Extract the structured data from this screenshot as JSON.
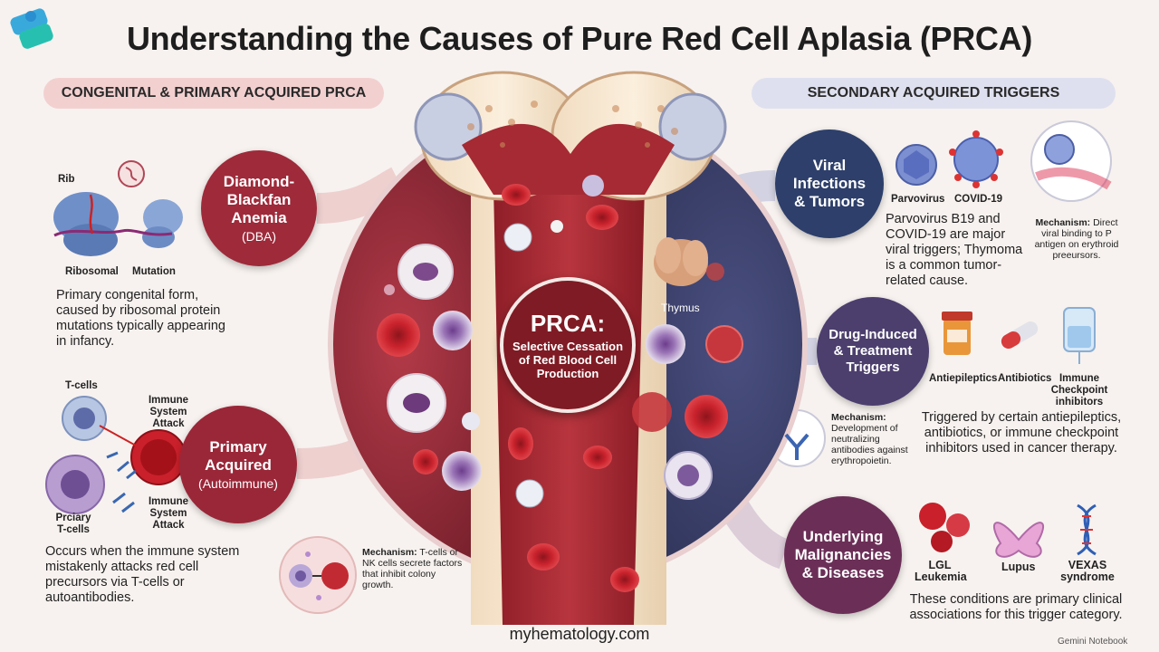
{
  "title": "Understanding the Causes of Pure Red Cell Aplasia (PRCA)",
  "left_header": "CONGENITAL & PRIMARY ACQUIRED PRCA",
  "right_header": "SECONDARY ACQUIRED TRIGGERS",
  "center": {
    "title": "PRCA:",
    "subtitle": "Selective Cessation of Red Blood Cell Production",
    "thymus_label": "Thymus"
  },
  "dba": {
    "node_main": "Diamond-Blackfan Anemia",
    "node_sub": "(DBA)",
    "label_rib": "Rib",
    "label_ribosomal": "Ribosomal",
    "label_mutation": "Mutation",
    "description": "Primary congenital form, caused by ribosomal protein mutations typically appearing in infancy."
  },
  "primary": {
    "node_main": "Primary Acquired",
    "node_sub": "(Autoimmune)",
    "label_tcells": "T-cells",
    "label_attack1": "Immune System Attack",
    "label_attack2": "Immune System Attack",
    "label_prciary": "Prciary T-cells",
    "description": "Occurs when the immune system mistakenly attacks red cell precursors via T-cells or autoantibodies.",
    "mechanism_bold": "Mechanism:",
    "mechanism_text": " T-cells or NK cells secrete factors that inhibit colony growth."
  },
  "viral": {
    "node_main": "Viral Infections & Tumors",
    "label_parvovirus": "Parvovirus",
    "label_covid": "COVID-19",
    "description": "Parvovirus B19 and COVID-19 are major viral triggers; Thymoma is a common tumor-related cause.",
    "mechanism_bold": "Mechanism:",
    "mechanism_text": " Direct viral binding to P antigen on erythroid preeursors."
  },
  "drug": {
    "node_main": "Drug-Induced & Treatment Triggers",
    "label_antiepileptics": "Antiepileptics",
    "label_antibiotics": "Antibiotics",
    "label_immune": "Immune Checkpoint inhibitors",
    "description": "Triggered by certain antiepileptics, antibiotics, or immune checkpoint inhibitors used in cancer therapy.",
    "mechanism_bold": "Mechanism:",
    "mechanism_text": " Development of neutralizing antibodies against erythropoietin."
  },
  "malignancies": {
    "node_main": "Underlying Malignancies & Diseases",
    "label_lgl": "LGL Leukemia",
    "label_lupus": "Lupus",
    "label_vexas": "VEXAS syndrome",
    "description": "These conditions are primary clinical associations for this trigger category."
  },
  "footer": "myhematology.com",
  "watermark": "Gemini Notebook",
  "colors": {
    "left_theme": "#9e2a3a",
    "right_theme": "#2d3f6a",
    "blood_red": "#c8232c"
  }
}
